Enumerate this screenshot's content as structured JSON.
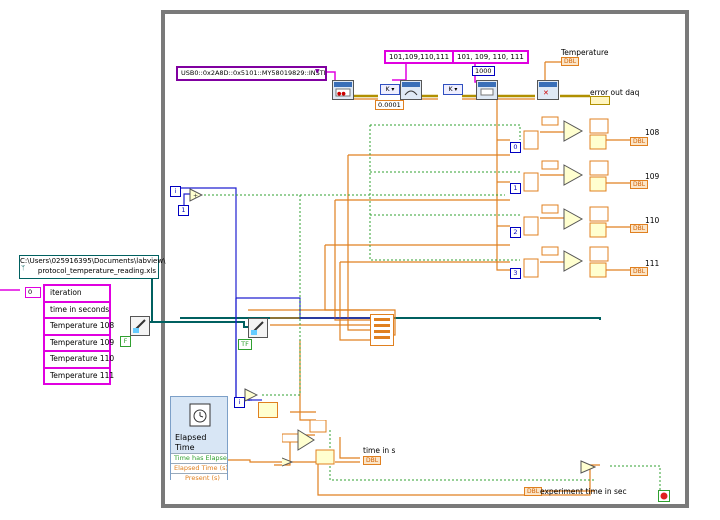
{
  "path_constant": [
    "C:\\Users\\025916395\\Documents\\labview\\",
    "protocol_temperature_reading.xls"
  ],
  "visa_resource": "USB0::0x2A8D::0x5101::MY58019829::INSTR",
  "channel_list_1": "101,109,110,111",
  "channel_list_2": "101, 109, 110, 111",
  "constant_1000": "1000",
  "constant_delay": "0.0001",
  "array_index": "0",
  "array_items": [
    "iteration",
    "time in seconds",
    "Temperature 108",
    "Temperature 109",
    "Temperature 110",
    "Temperature 111"
  ],
  "indicators": {
    "temperature": "Temperature",
    "error_out": "error out daq",
    "t108": "108",
    "t109": "109",
    "t110": "110",
    "t111": "111",
    "time_in_s": "time in s",
    "experiment_time": "experiment time  in sec",
    "dbl_tag": "DBL"
  },
  "index_constants": [
    "0",
    "1",
    "2",
    "3"
  ],
  "bool_false": "F",
  "bool_tf": "TF",
  "iteration_terminal": "i",
  "elapsed_time": {
    "title": "Elapsed Time",
    "outputs": [
      "Time has Elapsed",
      "Elapsed Time (s)",
      "Present (s)"
    ]
  },
  "colors": {
    "structure_border": "#7a7a7a",
    "string_wire": "#e000e0",
    "numeric_float_wire": "#e08020",
    "integer_wire": "#2020d0",
    "boolean_wire": "#30a030",
    "cluster_wire": "#006060",
    "error_wire": "#b09000"
  }
}
